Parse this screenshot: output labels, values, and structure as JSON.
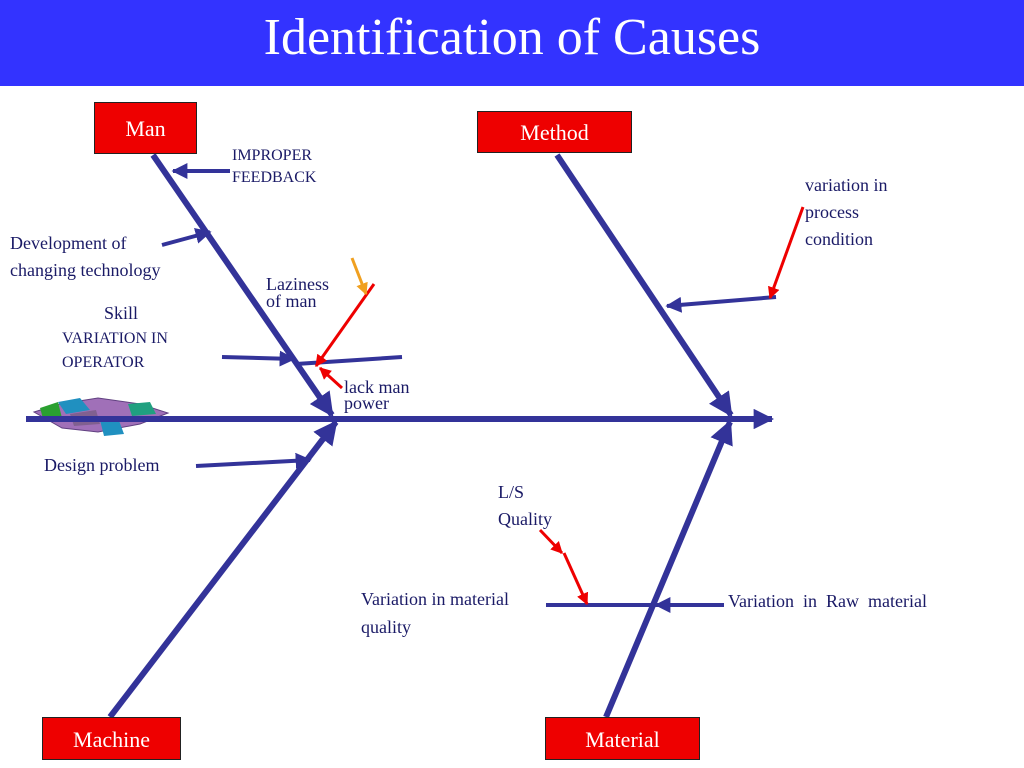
{
  "title": "Identification of Causes",
  "colors": {
    "title_bar": "#3333ff",
    "bone": "#333399",
    "category_box": "#ee0000",
    "arrow_red": "#ee0000",
    "arrow_orange": "#f0a020",
    "label_text": "#1a1a66"
  },
  "categories": {
    "man": "Man",
    "method": "Method",
    "machine": "Machine",
    "material": "Material"
  },
  "causes": {
    "improper_feedback": "IMPROPER FEEDBACK",
    "development_line1": "Development  of",
    "development_line2": "changing technology",
    "laziness_line1": "Laziness",
    "laziness_line2": "of man",
    "skill": "Skill",
    "variation_in_operator_line1": "VARIATION IN",
    "variation_in_operator_line2": "OPERATOR",
    "lack_man_power_line1": "lack man",
    "lack_man_power_line2": "power",
    "design_problem": "Design problem",
    "variation_in_process_condition": "variation in process condition",
    "ls_quality_line1": "L/S",
    "ls_quality_line2": "Quality",
    "variation_in_material_quality_line1": "Variation in material",
    "variation_in_material_quality_line2": "quality",
    "variation_in_raw_material": "Variation  in  Raw  material"
  }
}
